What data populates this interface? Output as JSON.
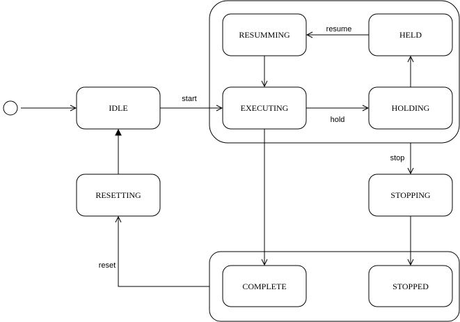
{
  "states": {
    "resumming": "RESUMMING",
    "held": "HELD",
    "idle": "IDLE",
    "executing": "EXECUTING",
    "holding": "HOLDING",
    "resetting": "RESETTING",
    "stopping": "STOPPING",
    "complete": "COMPLETE",
    "stopped": "STOPPED"
  },
  "transitions": {
    "start": "start",
    "hold": "hold",
    "resume": "resume",
    "stop": "stop",
    "reset": "reset"
  },
  "colors": {
    "stroke": "#000000",
    "fill": "#ffffff",
    "text": "#000000"
  }
}
